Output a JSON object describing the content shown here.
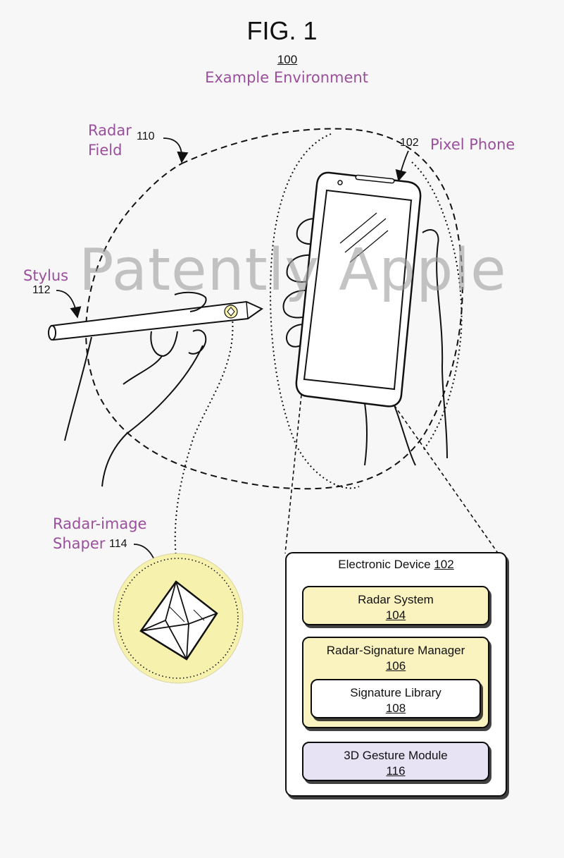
{
  "figure": {
    "title": "FIG. 1",
    "number": "100",
    "caption": "Example Environment"
  },
  "labels": {
    "radar_field": {
      "line1": "Radar",
      "line2": "Field",
      "ref": "110"
    },
    "pixel_phone": {
      "text": "Pixel Phone",
      "ref": "102"
    },
    "stylus": {
      "text": "Stylus",
      "ref": "112"
    },
    "shaper": {
      "line1": "Radar-image",
      "line2": "Shaper",
      "ref": "114"
    }
  },
  "watermark": "Patently Apple",
  "device": {
    "title": "Electronic Device",
    "ref": "102",
    "radar_system": {
      "label": "Radar System",
      "ref": "104"
    },
    "signature_manager": {
      "label": "Radar-Signature Manager",
      "ref": "106"
    },
    "signature_library": {
      "label": "Signature Library",
      "ref": "108"
    },
    "gesture_module": {
      "label": "3D Gesture Module",
      "ref": "116"
    }
  },
  "colors": {
    "label_purple": "#9a4f9c",
    "radar_box_fill": "#faf3c0",
    "manager_box_fill": "#faf3c0",
    "library_box_fill": "#ffffff",
    "gesture_box_fill": "#e7e3f4",
    "shaper_circle_fill": "#f6f1ad"
  }
}
